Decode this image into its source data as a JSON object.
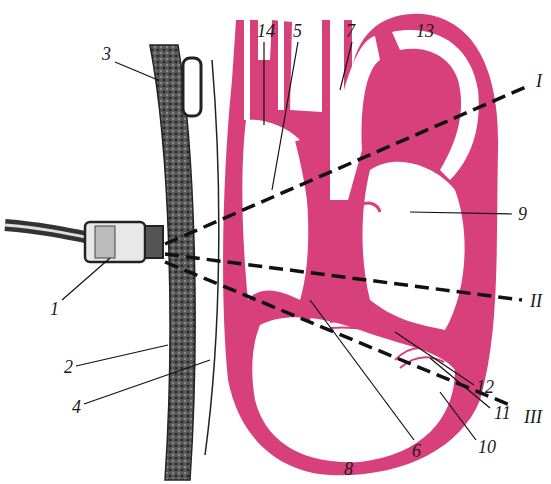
{
  "diagram": {
    "labels": [
      "3",
      "14",
      "5",
      "7",
      "13",
      "I",
      "1",
      "9",
      "II",
      "2",
      "12",
      "11",
      "4",
      "III",
      "10",
      "6",
      "8"
    ]
  }
}
